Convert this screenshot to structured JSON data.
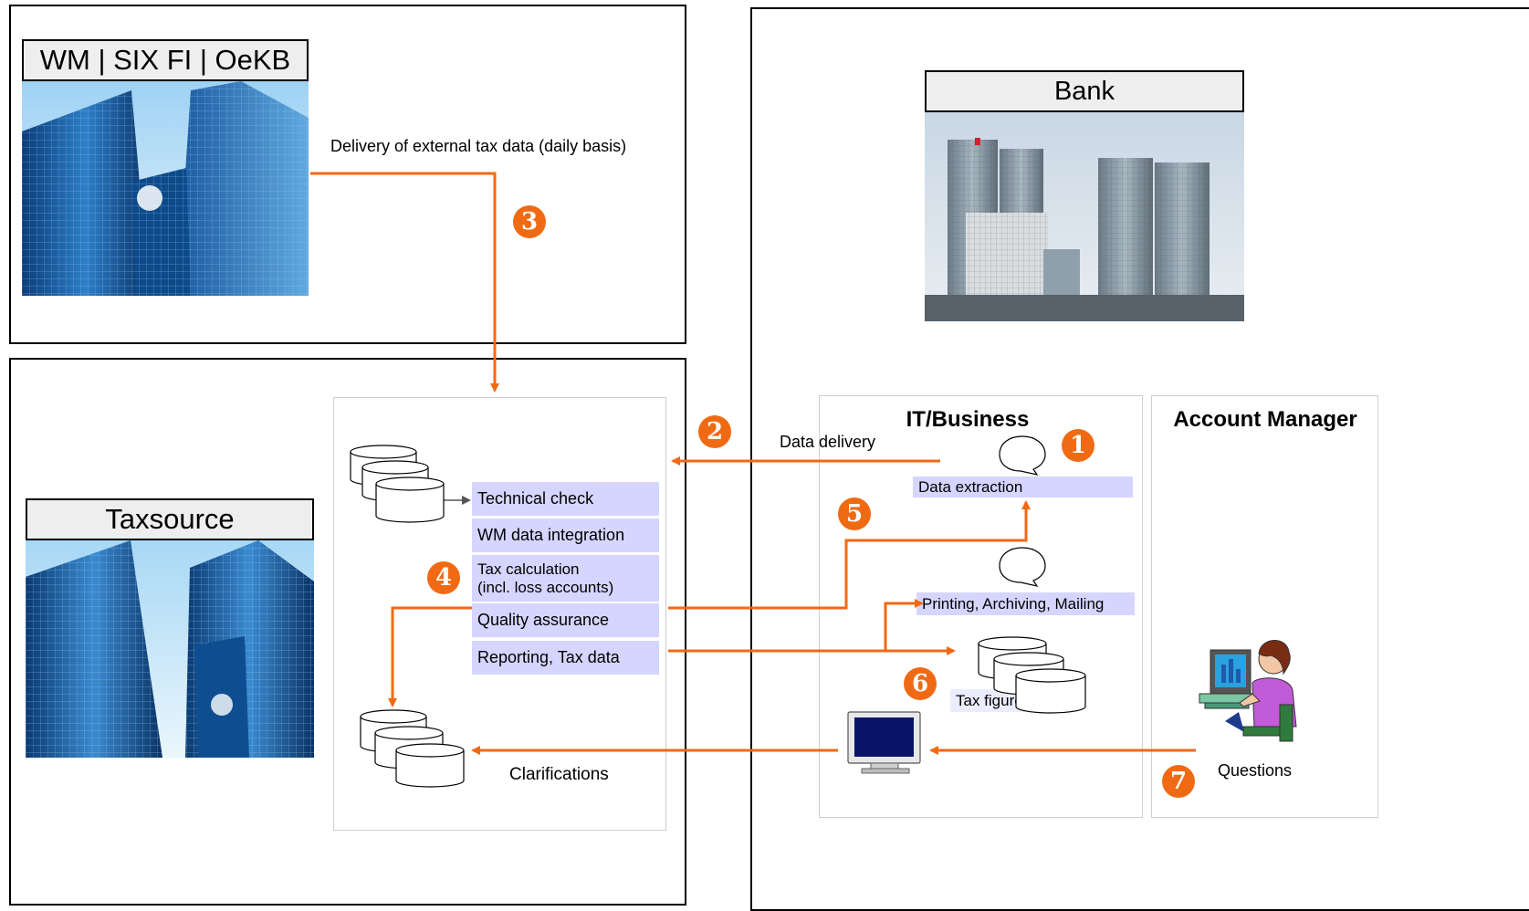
{
  "providers": {
    "title": "WM | SIX FI | OeKB",
    "delivery_label": "Delivery of external tax data (daily basis)"
  },
  "taxsource": {
    "title": "Taxsource",
    "steps": [
      "Technical check",
      "WM data integration",
      "Tax calculation\n(incl. loss accounts)",
      "Quality assurance",
      "Reporting, Tax data"
    ],
    "clarifications_label": "Clarifications"
  },
  "bank": {
    "title": "Bank",
    "it_business": {
      "header": "IT/Business",
      "data_delivery_label": "Data delivery",
      "data_extraction_label": "Data extraction",
      "printing_label": "Printing, Archiving, Mailing",
      "tax_figures_label": "Tax figures"
    },
    "account_manager": {
      "header": "Account Manager",
      "questions_label": "Questions"
    }
  },
  "badges": [
    "1",
    "2",
    "3",
    "4",
    "5",
    "6",
    "7"
  ],
  "colors": {
    "accent": "#f06a14",
    "step_fill": "#d5d5ff",
    "title_fill": "#eeeeee"
  },
  "icons": [
    "building-photo-icon",
    "bank-towers-photo-icon",
    "speech-bubble-icon",
    "database-icon",
    "monitor-icon",
    "person-at-computer-icon"
  ]
}
